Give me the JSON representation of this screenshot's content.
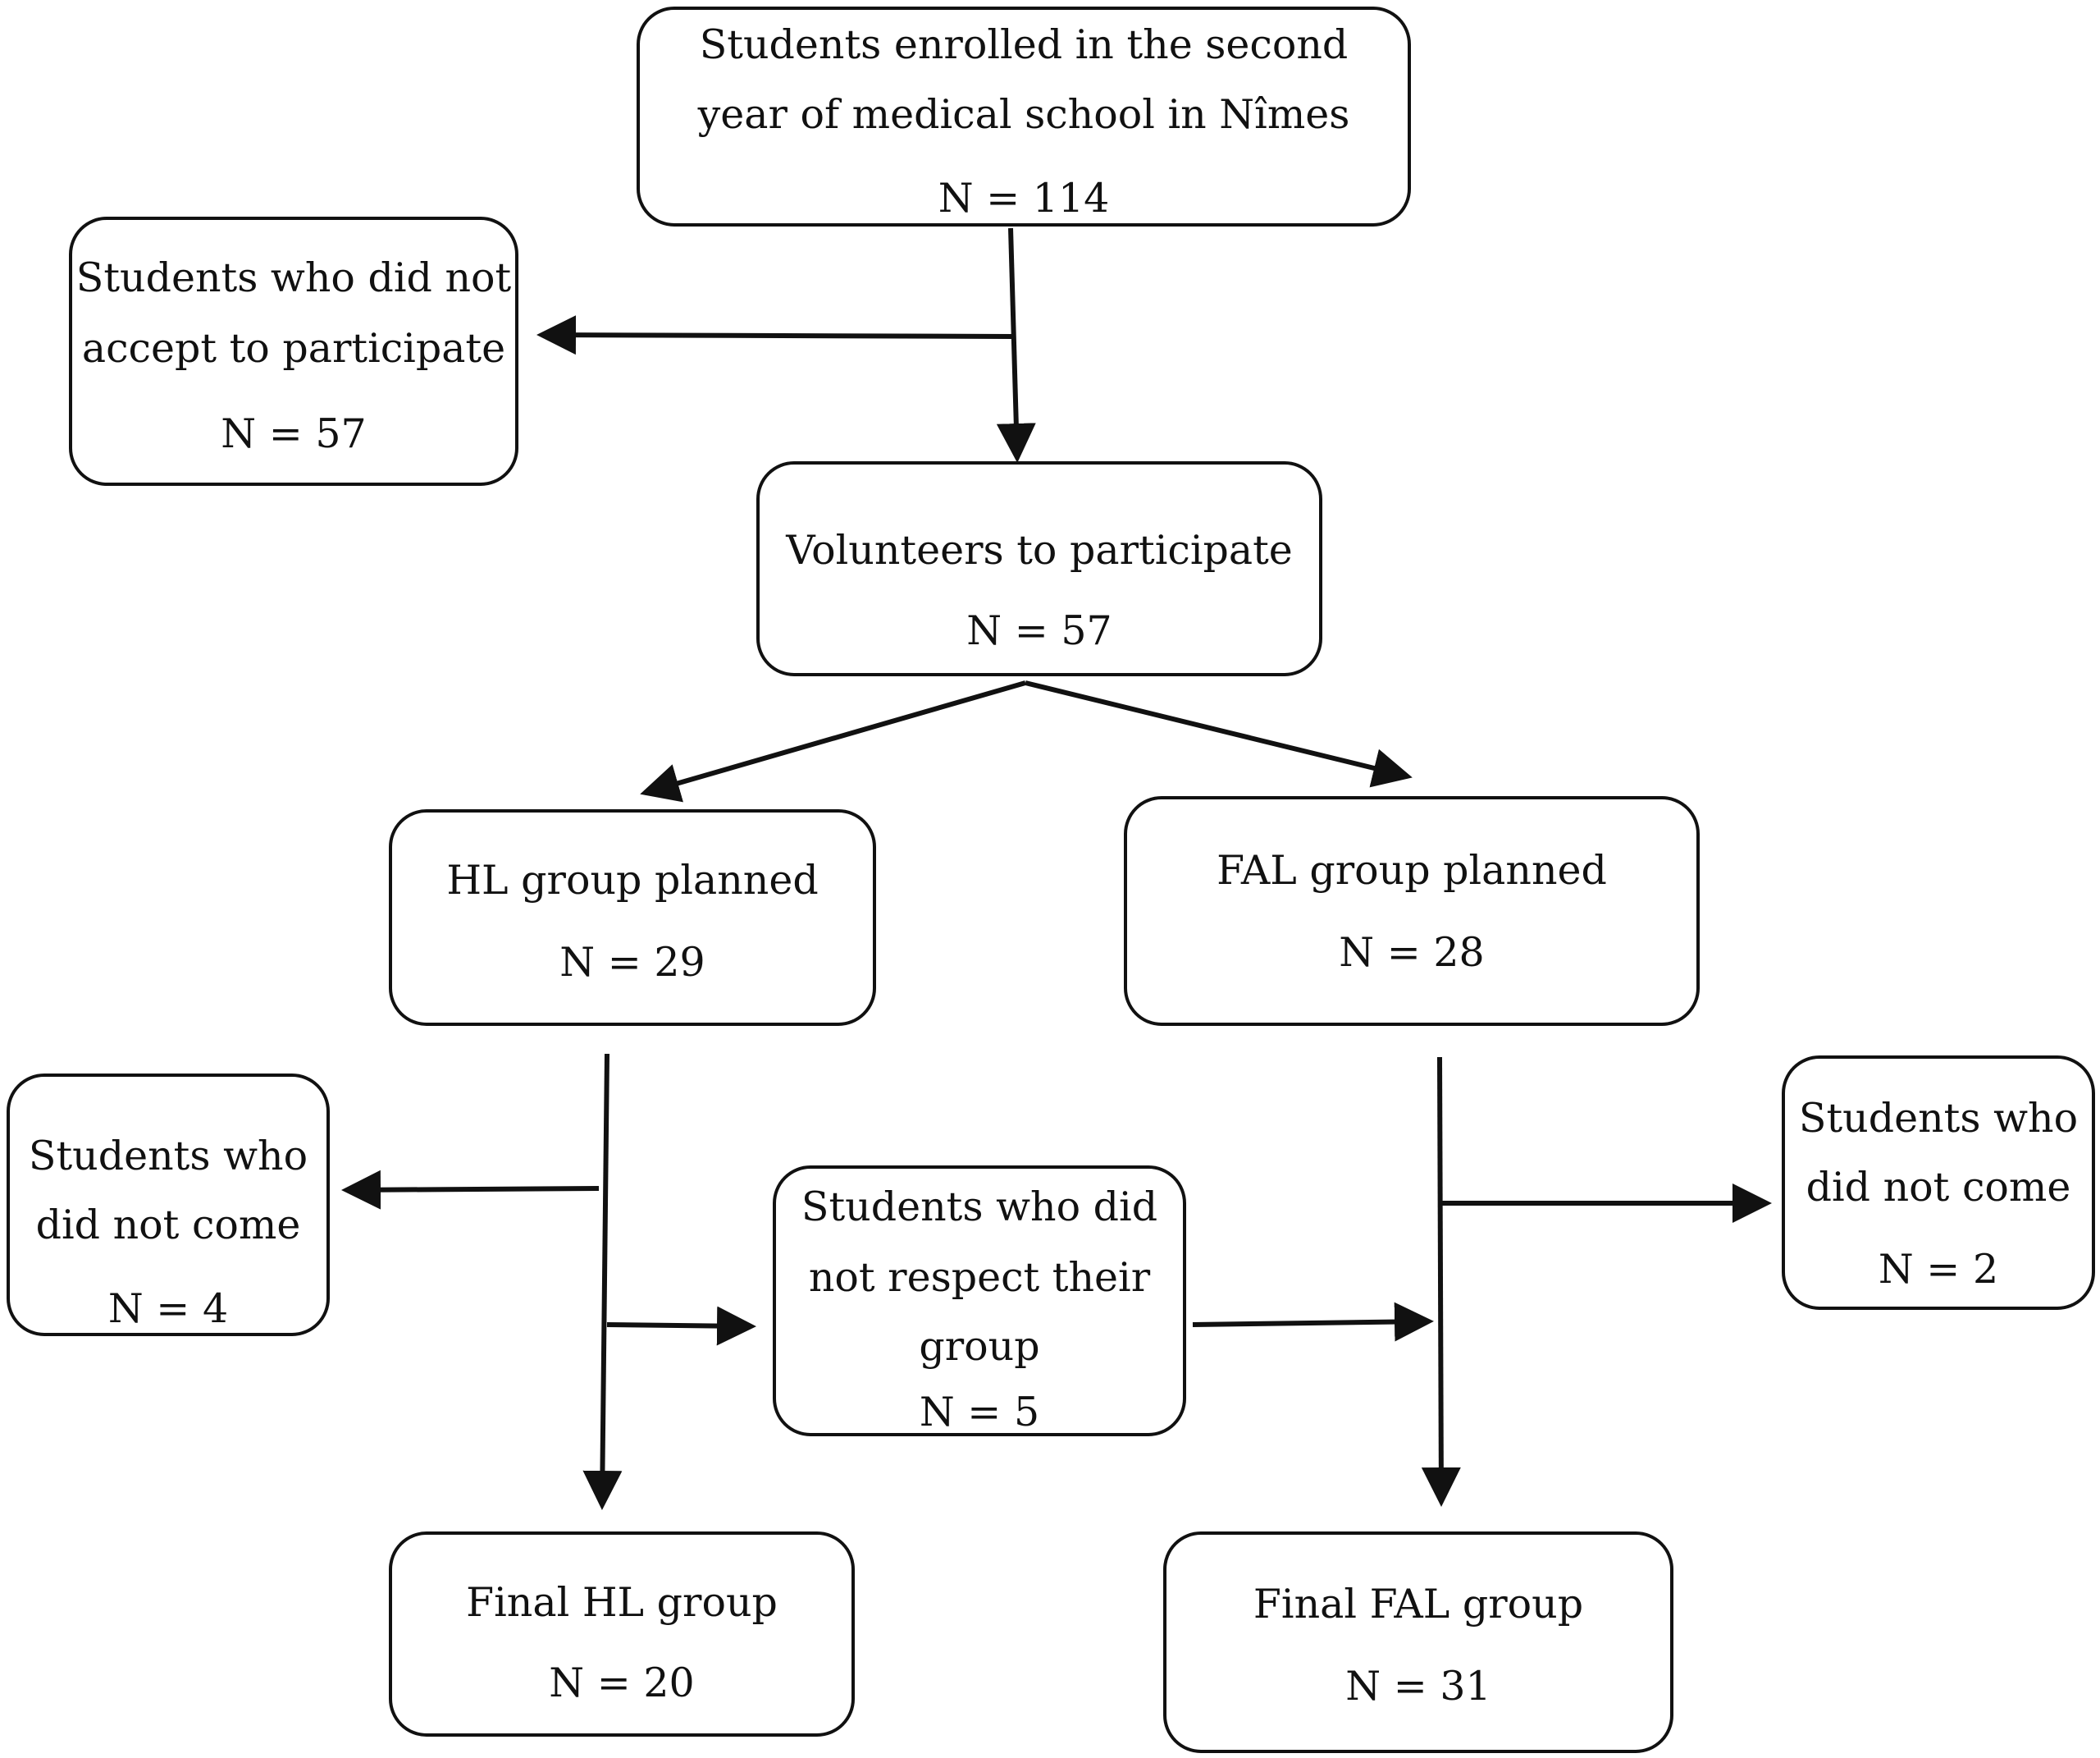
{
  "boxes": {
    "enrolled": {
      "label_lines": [
        "Students enrolled in the second",
        "year of medical school in Nîmes"
      ],
      "count": "N = 114"
    },
    "declined": {
      "label_lines": [
        "Students who did not",
        "accept to participate"
      ],
      "count": "N = 57"
    },
    "volunteers": {
      "label_lines": [
        "Volunteers to participate"
      ],
      "count": "N = 57"
    },
    "hl_planned": {
      "label_lines": [
        "HL group planned"
      ],
      "count": "N = 29"
    },
    "fal_planned": {
      "label_lines": [
        "FAL group planned"
      ],
      "count": "N = 28"
    },
    "hl_no_show": {
      "label_lines": [
        "Students who",
        "did not come"
      ],
      "count": "N = 4"
    },
    "switched_group": {
      "label_lines": [
        "Students who did",
        "not respect their",
        "group"
      ],
      "count": "N = 5"
    },
    "fal_no_show": {
      "label_lines": [
        "Students who",
        "did not come"
      ],
      "count": "N = 2"
    },
    "final_hl": {
      "label_lines": [
        "Final HL group"
      ],
      "count": "N = 20"
    },
    "final_fal": {
      "label_lines": [
        "Final FAL group"
      ],
      "count": "N = 31"
    }
  }
}
